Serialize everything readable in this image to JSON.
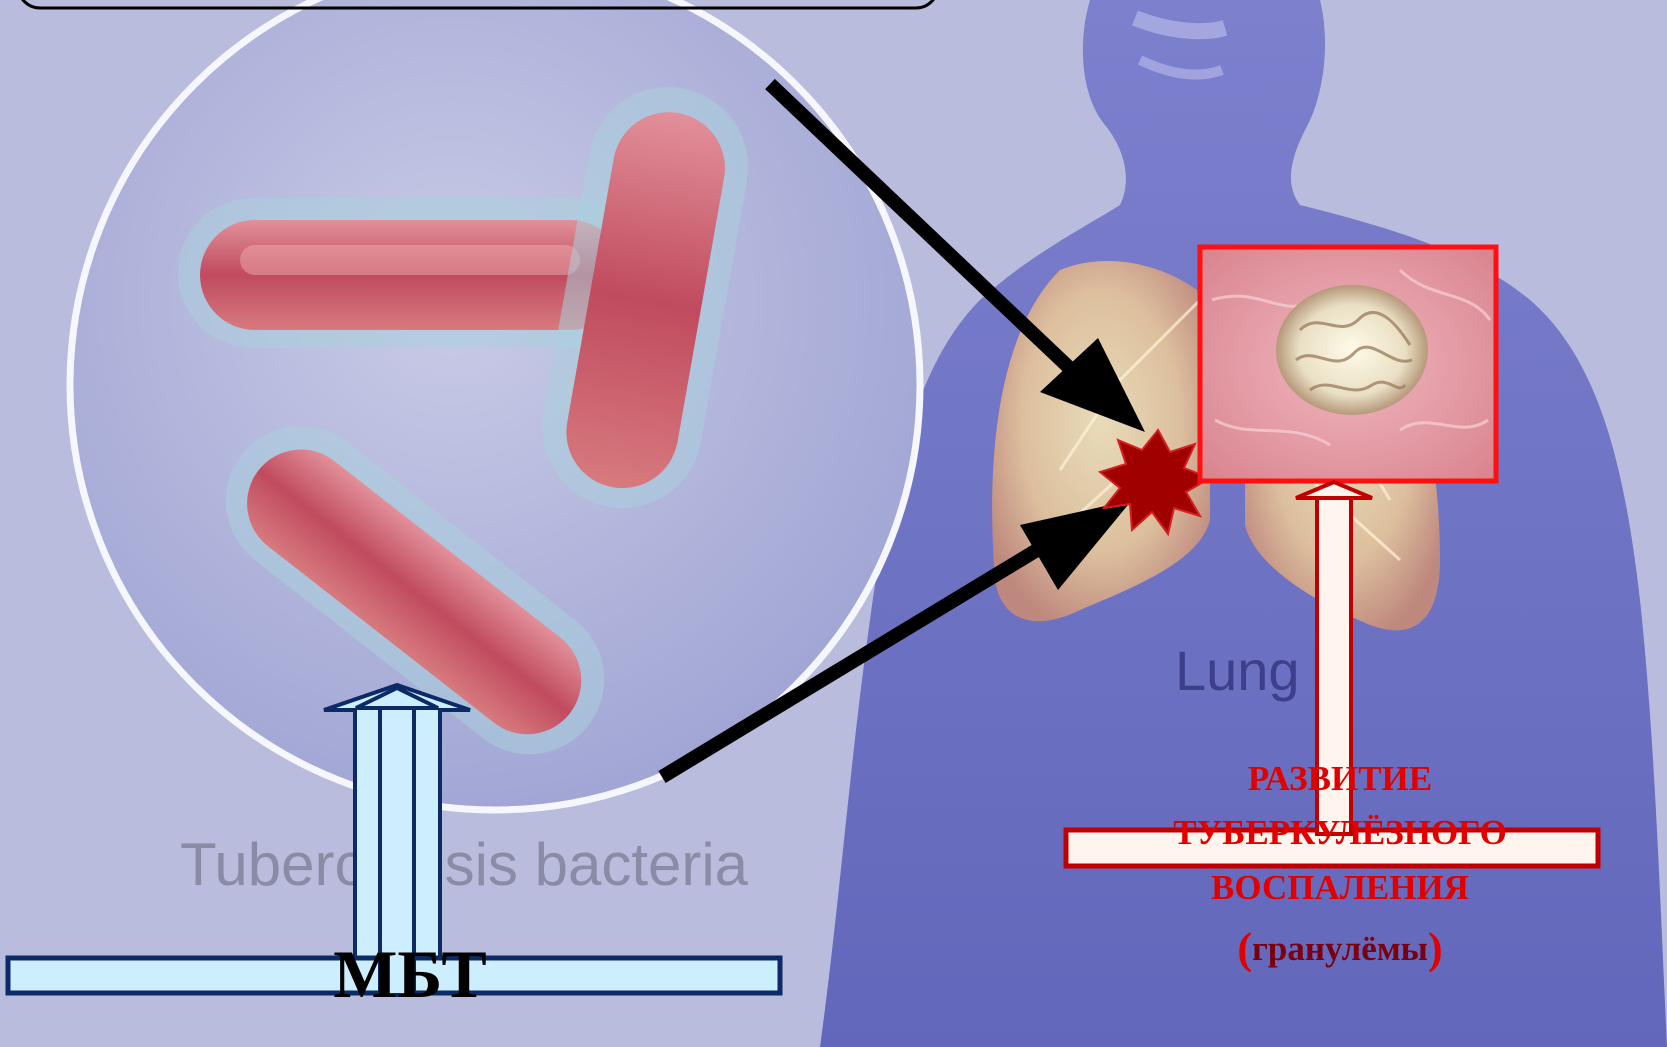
{
  "labels": {
    "bacteria_caption": "Tuberculosis bacteria",
    "lung_caption": "Lung",
    "mbt": "МБТ",
    "development_lines": [
      "РАЗВИТИЕ",
      "ТУБЕРКУЛЁЗНОГО",
      "ВОСПАЛЕНИЯ"
    ],
    "paren_open": "(",
    "granuloma": "гранулёмы",
    "paren_close": ")"
  },
  "colors": {
    "background": "#b9bcdc",
    "body_silhouette": "#6f72c4",
    "bacteria_fill": "#c9566a",
    "arrow_black": "#000000",
    "mbt_arrow_fill": "#cdeeff",
    "mbt_arrow_stroke": "#0b2a66",
    "development_arrow_fill": "#fff4ee",
    "development_arrow_stroke": "#c00000",
    "text_red": "#e00000",
    "focus_burst": "#a00000"
  }
}
